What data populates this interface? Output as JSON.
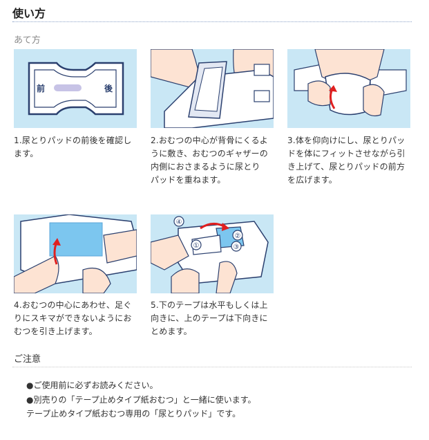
{
  "page": {
    "title": "使い方",
    "subhead": "あて方"
  },
  "steps": [
    {
      "lines": [
        "1.尿とりパッドの前後を確認し",
        "ます。"
      ],
      "labels": {
        "front": "前",
        "back": "後"
      }
    },
    {
      "lines": [
        "2.おむつの中心が背骨にくるよ",
        "うに敷き、おむつのギャザーの",
        "内側におさまるように尿とり",
        "パッドを重ねます。"
      ]
    },
    {
      "lines": [
        "3.体を仰向けにし、尿とりパッ",
        "ドを体にフィットさせながら引",
        "き上げて、尿とりパッドの前方",
        "を広げます。"
      ]
    },
    {
      "lines": [
        "4.おむつの中心にあわせ、足ぐ",
        "りにスキマができないようにお",
        "むつを引き上げます。"
      ]
    },
    {
      "lines": [
        "5.下のテープは水平もしくは上",
        "向きに、上のテープは下向きに",
        "とめます。"
      ],
      "badges": [
        "①",
        "②",
        "③",
        "④"
      ]
    }
  ],
  "notes": {
    "heading": "ご注意",
    "lines": [
      "●ご使用前に必ずお読みください。",
      "●別売りの「テープ止めタイプ紙おむつ」と一緒に使います。",
      "テープ止めタイプ紙おむつ専用の「尿とりパッド」です。"
    ]
  },
  "colors": {
    "illustration_bg": "#c9e7f5",
    "pad_fill": "#ffffff",
    "outline": "#2a3f6e",
    "arrow": "#e02020",
    "skin": "#fde3d3",
    "rule": "#8aa0c8"
  }
}
